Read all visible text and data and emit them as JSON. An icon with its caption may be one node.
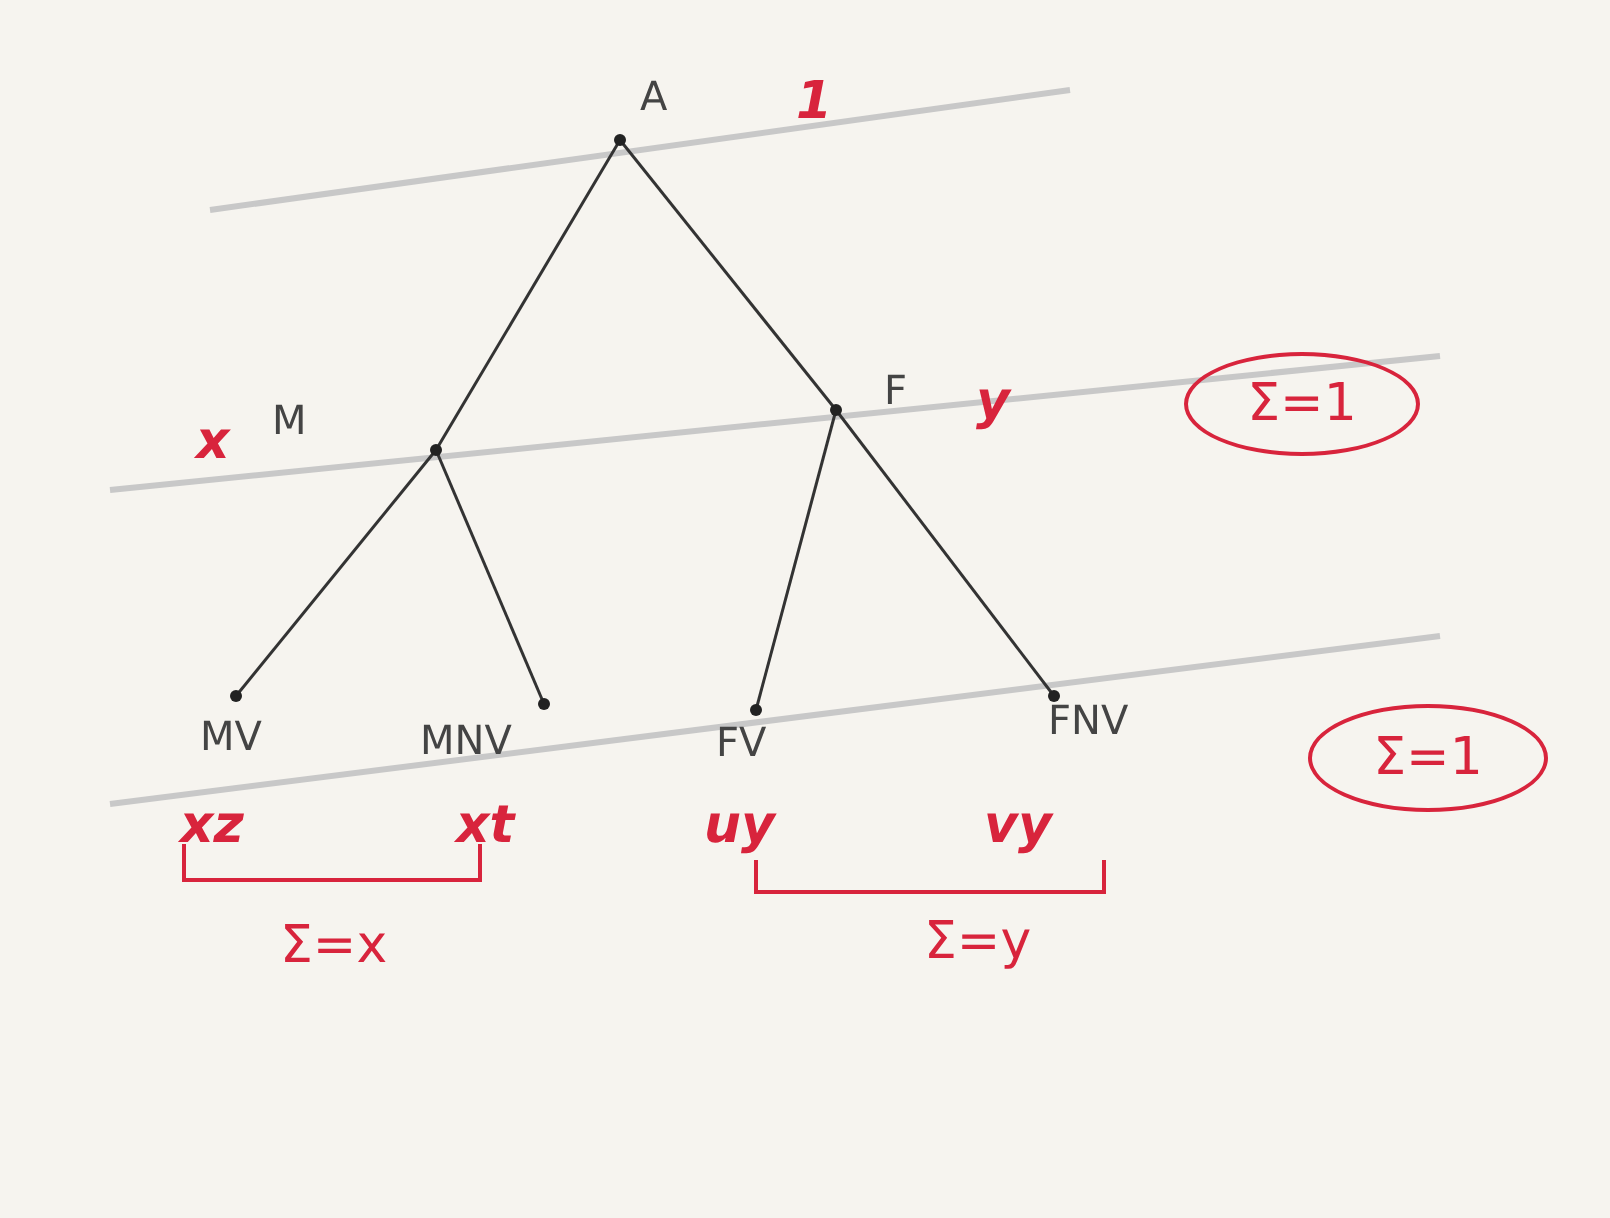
{
  "diagram": {
    "nodes": [
      {
        "text": [
          "A"
        ],
        "beside": [
          "1"
        ]
      },
      {
        "text": [
          "M"
        ],
        "beside": [
          "x"
        ]
      },
      {
        "text": [
          "F"
        ],
        "beside": [
          "y"
        ]
      },
      {
        "text": [
          "MV"
        ],
        "beside": [
          "xz"
        ]
      },
      {
        "text": [
          "MNV"
        ],
        "beside": [
          "xt"
        ]
      },
      {
        "text": [
          "FV"
        ],
        "beside": [
          "uy"
        ]
      },
      {
        "text": [
          "FNV"
        ],
        "beside": [
          "vy"
        ]
      },
      {
        "text": [
          "Σ=1"
        ]
      },
      {
        "text": [
          "Σ=1"
        ]
      }
    ],
    "edges": [
      {
        "from": 0,
        "to": 1,
        "arrow": "none"
      },
      {
        "from": 0,
        "to": 2,
        "arrow": "none"
      },
      {
        "from": 1,
        "to": 3,
        "arrow": "none"
      },
      {
        "from": 1,
        "to": 4,
        "arrow": "none"
      },
      {
        "from": 2,
        "to": 5,
        "arrow": "none"
      },
      {
        "from": 2,
        "to": 6,
        "arrow": "none"
      }
    ],
    "labels": [
      "Σ=x",
      "Σ=y"
    ]
  }
}
